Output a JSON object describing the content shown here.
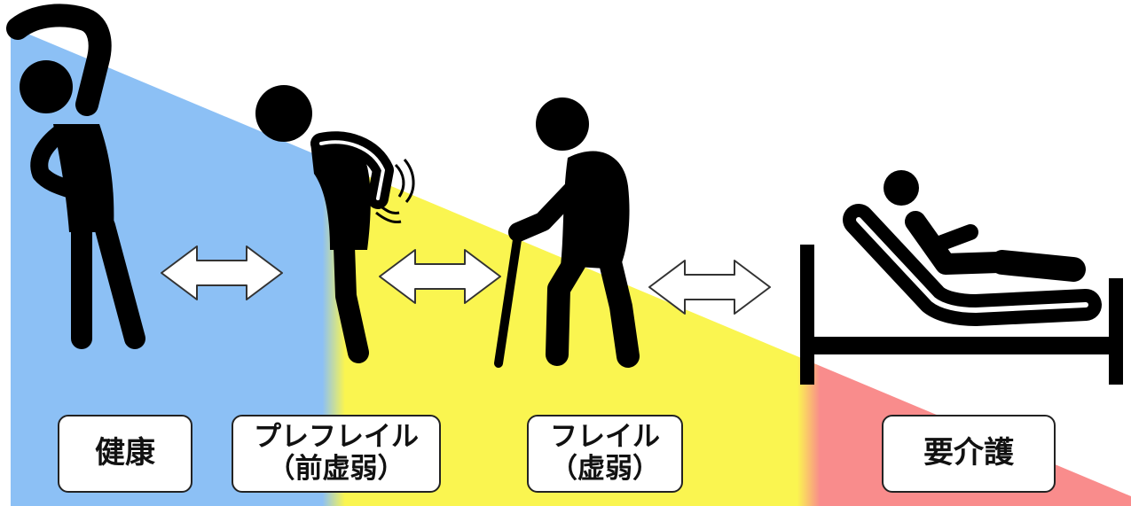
{
  "colors": {
    "healthy_band": "#8cc0f5",
    "frailty_band": "#faf550",
    "care_band": "#f98c8c",
    "figure": "#000000",
    "arrow_fill": "#ffffff",
    "arrow_stroke": "#333333"
  },
  "stages": [
    {
      "id": "healthy",
      "line1": "健康",
      "line2": ""
    },
    {
      "id": "prefrailty",
      "line1": "プレフレイル",
      "line2": "（前虚弱）"
    },
    {
      "id": "frailty",
      "line1": "フレイル",
      "line2": "（虚弱）"
    },
    {
      "id": "care",
      "line1": "要介護",
      "line2": ""
    }
  ],
  "icons": {
    "healthy": "stretching-person-icon",
    "prefrailty": "bent-over-person-icon",
    "frailty": "person-with-cane-icon",
    "care": "person-in-bed-icon",
    "transition": "double-arrow-icon"
  }
}
